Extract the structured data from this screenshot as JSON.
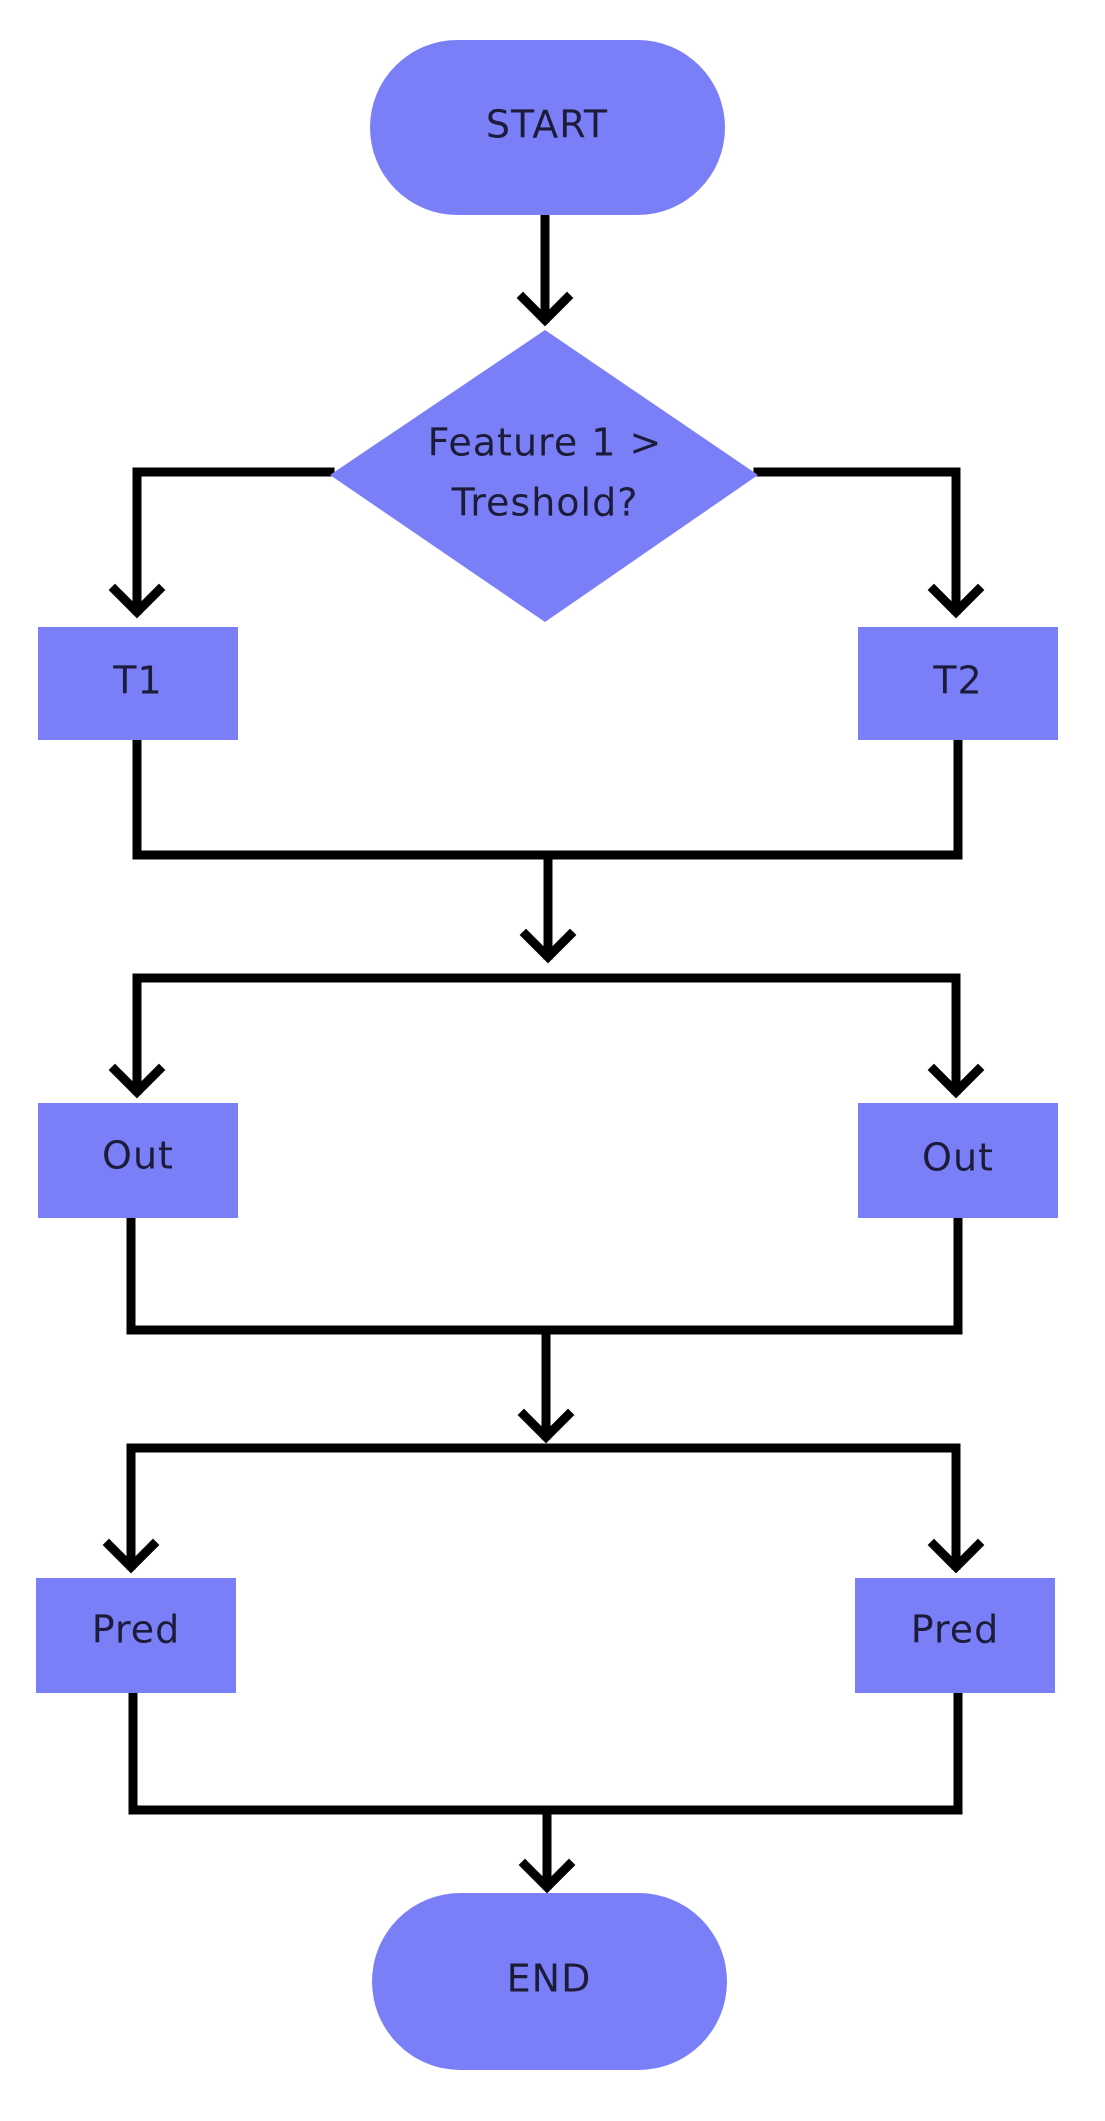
{
  "nodes": {
    "start": "START",
    "decision_line1": "Feature 1 >",
    "decision_line2": "Treshold?",
    "t1": "T1",
    "t2": "T2",
    "out_left": "Out",
    "out_right": "Out",
    "pred_left": "Pred",
    "pred_right": "Pred",
    "end": "END"
  },
  "colors": {
    "node_fill": "#7b7ff7",
    "text": "#1c1c3a",
    "connector": "#000000"
  }
}
